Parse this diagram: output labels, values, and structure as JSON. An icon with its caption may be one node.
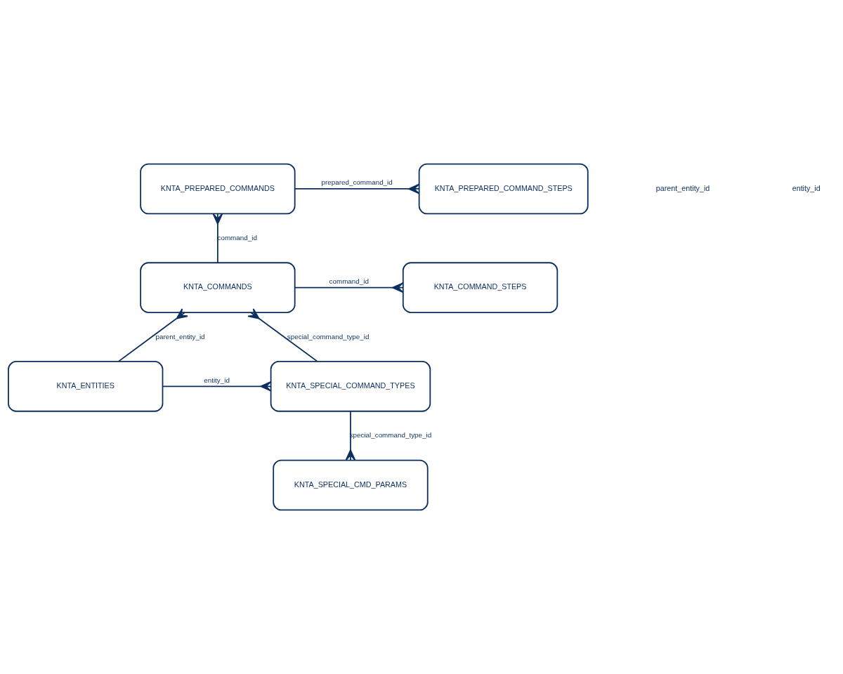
{
  "diagram": {
    "nodes": [
      {
        "text": [
          "KNTA_PREPARED_COMMANDS"
        ]
      },
      {
        "text": [
          "KNTA_PREPARED_COMMAND_STEPS"
        ]
      },
      {
        "text": [
          "KNTA_COMMANDS"
        ]
      },
      {
        "text": [
          "KNTA_COMMAND_STEPS"
        ]
      },
      {
        "text": [
          "KNTA_SPECIAL_COMMAND_TYPES"
        ]
      },
      {
        "text": [
          "KNTA_ENTITIES"
        ]
      },
      {
        "text": [
          "KNTA_SPECIAL_CMD_PARAMS"
        ]
      }
    ],
    "edges": [
      {
        "from": 0,
        "to": 1,
        "arrow": "other",
        "label": "prepared_command_id"
      },
      {
        "from": 2,
        "to": 0,
        "arrow": "other",
        "label": "command_id"
      },
      {
        "from": 2,
        "to": 3,
        "arrow": "other",
        "label": "command_id"
      },
      {
        "from": 5,
        "to": 2,
        "arrow": "other",
        "label": "parent_entity_id"
      },
      {
        "from": 4,
        "to": 2,
        "arrow": "other",
        "label": "special_command_type_id"
      },
      {
        "from": 5,
        "to": 4,
        "arrow": "other",
        "label": "entity_id"
      },
      {
        "from": 4,
        "to": 6,
        "arrow": "other",
        "label": "special_command_type_id"
      }
    ],
    "labels": [
      "parent_entity_id",
      "entity_id"
    ]
  }
}
